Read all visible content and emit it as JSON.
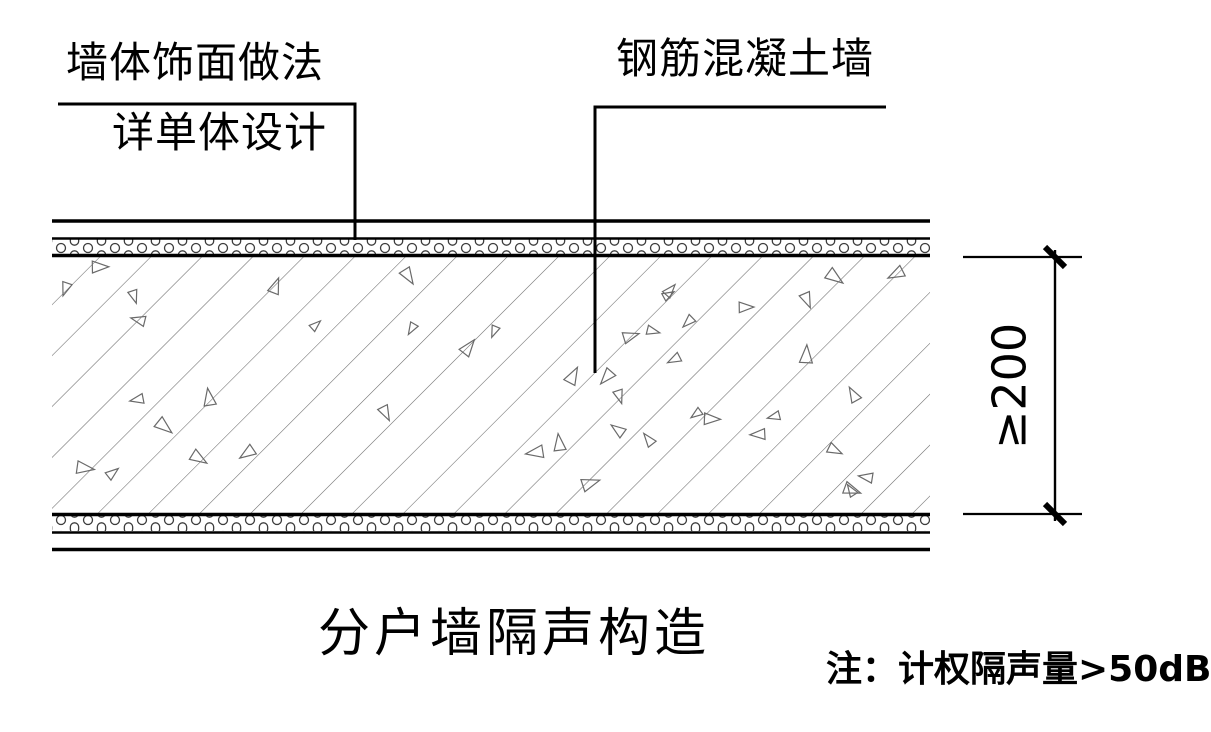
{
  "drawing": {
    "type": "architectural-sound-insulation-detail",
    "labels": {
      "wall_finish_line1": "墙体饰面做法",
      "wall_finish_line2": "详单体设计",
      "concrete_wall": "钢筋混凝土墙"
    },
    "dimension": {
      "value": "≥200"
    },
    "title": "分户墙隔声构造",
    "note": "注：计权隔声量>50dB",
    "colors": {
      "line": "#000000",
      "hatch_line": "#6a6a6a",
      "pebble_line": "#3d3d3d",
      "background": "#ffffff"
    }
  }
}
